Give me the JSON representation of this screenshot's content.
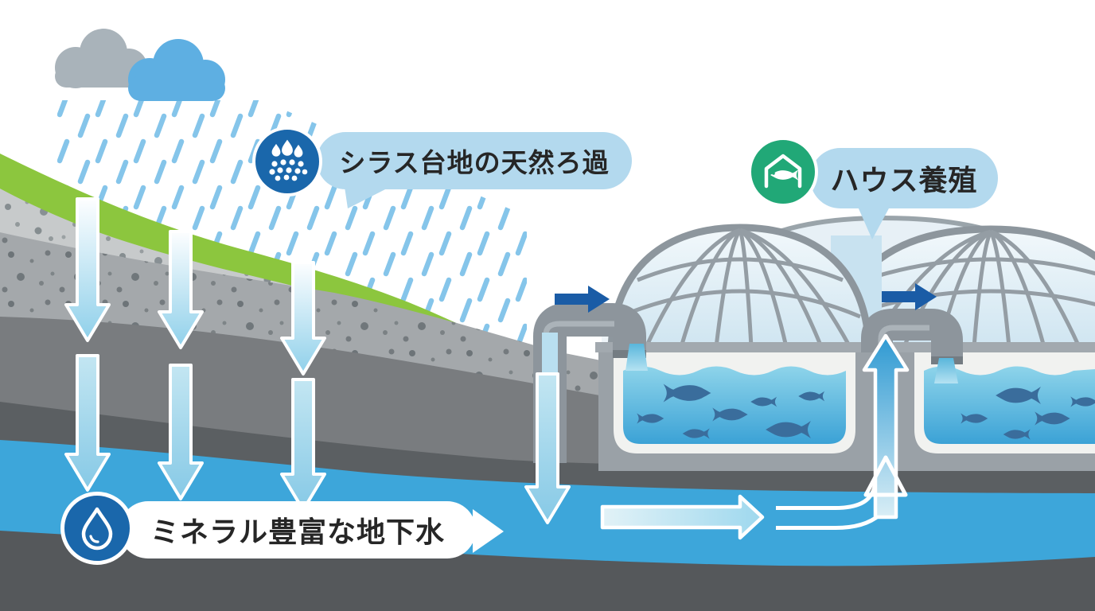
{
  "callouts": {
    "filtration": {
      "label": "シラス台地の天然ろ過",
      "icon": "rain-percolation-icon"
    },
    "house_aquaculture": {
      "label": "ハウス養殖",
      "icon": "greenhouse-fish-icon"
    },
    "groundwater": {
      "label": "ミネラル豊富な地下水",
      "icon": "water-drop-icon"
    }
  },
  "colors": {
    "sky": "#ffffff",
    "rain": "#85c5ea",
    "cloud_gray": "#a9b3ba",
    "cloud_blue": "#5eafe2",
    "grass": "#8cc63e",
    "soil_light": "#c7cacb",
    "soil_medium": "#a4a8ab",
    "soil_dark": "#797c7f",
    "soil_stripe": "#5b5f62",
    "groundwater": "#3da6da",
    "bedrock": "#55585b",
    "tank_wall": "#9aa1a7",
    "tank_liner": "#f1f2f0",
    "fish": "#3a6d9c",
    "pipe": "#8d959c",
    "dome_frame": "#8d969d",
    "dome_panel": "#ddedf6",
    "flow_arrow_dark": "#1a5ca6",
    "bubble_blue": "#b3d9ee",
    "icon_blue": "#1a67ab",
    "icon_green": "#21a877",
    "label_text": "#262626"
  }
}
